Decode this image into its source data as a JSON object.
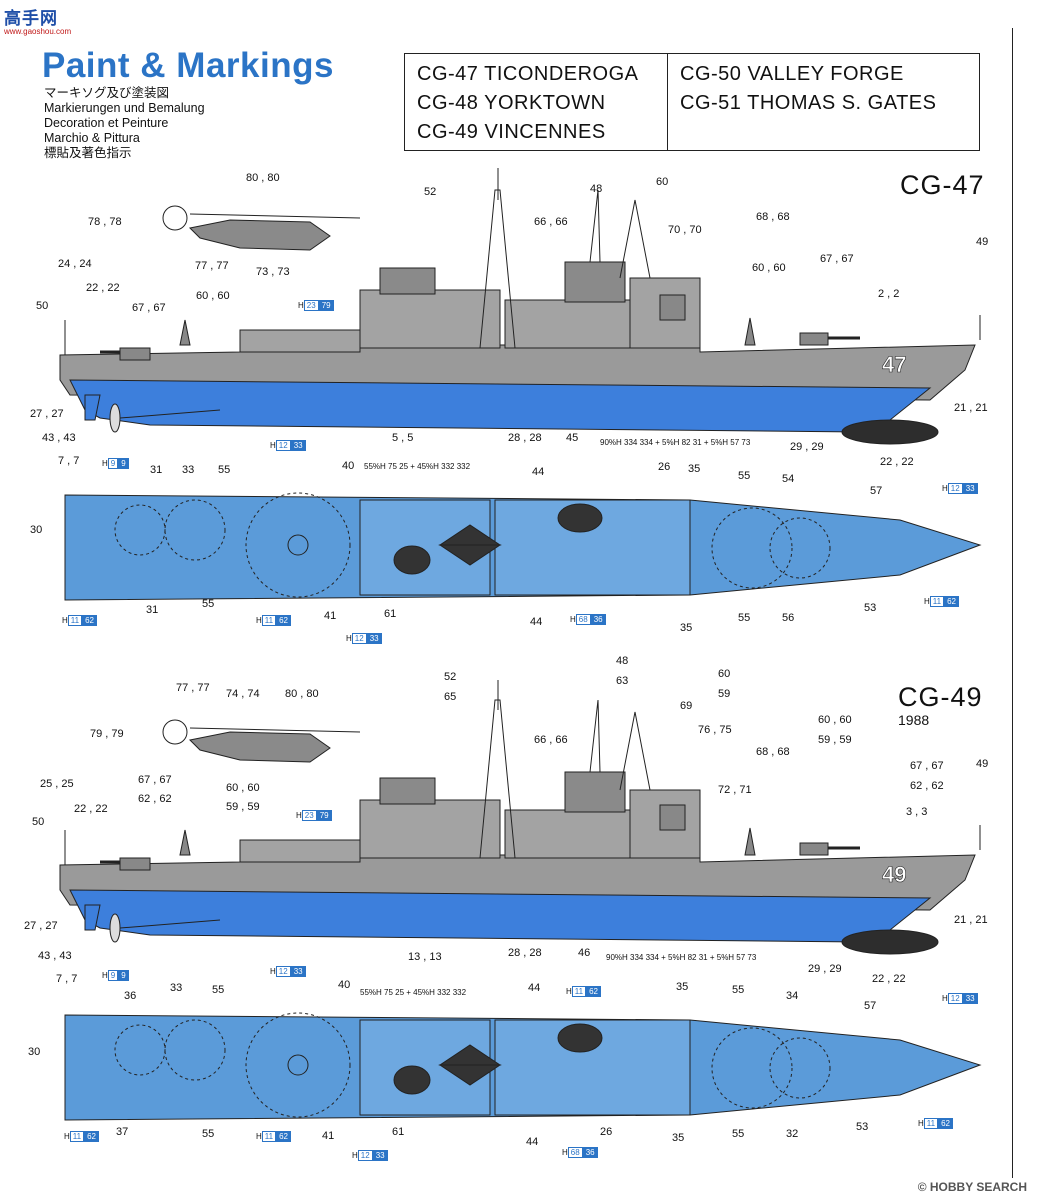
{
  "site_logo": {
    "text_big": "高手网",
    "text_small": "www.gaoshou.com"
  },
  "title": "Paint & Markings",
  "subtitles": [
    "マーキソグ及び塗装図",
    "Markierungen und Bemalung",
    "Decoration et Peinture",
    "Marchio & Pittura",
    "標貼及著色指示"
  ],
  "ships_left": [
    "CG-47 TICONDEROGA",
    "CG-48 YORKTOWN",
    "CG-49 VINCENNES"
  ],
  "ships_right": [
    "CG-50 VALLEY FORGE",
    "CG-51 THOMAS S. GATES"
  ],
  "section1": {
    "label": "CG-47",
    "hull_number": "47"
  },
  "section2": {
    "label": "CG-49",
    "year": "1988",
    "hull_number": "49"
  },
  "colors": {
    "hull_gray": "#9a9a9a",
    "deck_blue": "#5b9bd9",
    "bottom_blue": "#3d7fdc",
    "accent_blue": "#2b74c6",
    "dark_gray": "#3a3a3a"
  },
  "side1_callouts": [
    {
      "t": "80 , 80"
    },
    {
      "t": "78 , 78"
    },
    {
      "t": "77 , 77"
    },
    {
      "t": "73 , 73"
    },
    {
      "t": "24 , 24"
    },
    {
      "t": "22 , 22"
    },
    {
      "t": "50"
    },
    {
      "t": "67 , 67"
    },
    {
      "t": "60 , 60"
    },
    {
      "t": "52"
    },
    {
      "t": "48"
    },
    {
      "t": "66 , 66"
    },
    {
      "t": "60"
    },
    {
      "t": "70 , 70"
    },
    {
      "t": "68 , 68"
    },
    {
      "t": "60 , 60"
    },
    {
      "t": "67 , 67"
    },
    {
      "t": "49"
    },
    {
      "t": "2 , 2"
    },
    {
      "t": "27 , 27"
    },
    {
      "t": "43 , 43"
    },
    {
      "t": "7 , 7"
    },
    {
      "t": "5 , 5"
    },
    {
      "t": "28 , 28"
    },
    {
      "t": "45"
    },
    {
      "t": "21 , 21"
    },
    {
      "t": "29 , 29"
    },
    {
      "t": "22 , 22"
    }
  ],
  "deck1_callouts": [
    {
      "t": "31"
    },
    {
      "t": "33"
    },
    {
      "t": "55"
    },
    {
      "t": "40"
    },
    {
      "t": "44"
    },
    {
      "t": "26"
    },
    {
      "t": "35"
    },
    {
      "t": "55"
    },
    {
      "t": "54"
    },
    {
      "t": "57"
    },
    {
      "t": "30"
    },
    {
      "t": "31"
    },
    {
      "t": "55"
    },
    {
      "t": "41"
    },
    {
      "t": "61"
    },
    {
      "t": "44"
    },
    {
      "t": "35"
    },
    {
      "t": "55"
    },
    {
      "t": "56"
    },
    {
      "t": "53"
    }
  ],
  "side2_callouts": [
    {
      "t": "77 , 77"
    },
    {
      "t": "74 , 74"
    },
    {
      "t": "80 , 80"
    },
    {
      "t": "79 , 79"
    },
    {
      "t": "52"
    },
    {
      "t": "65"
    },
    {
      "t": "48"
    },
    {
      "t": "63"
    },
    {
      "t": "60"
    },
    {
      "t": "59"
    },
    {
      "t": "69"
    },
    {
      "t": "76 , 75"
    },
    {
      "t": "66 , 66"
    },
    {
      "t": "68 , 68"
    },
    {
      "t": "72 , 71"
    },
    {
      "t": "60 , 60"
    },
    {
      "t": "59 , 59"
    },
    {
      "t": "67 , 67"
    },
    {
      "t": "62 , 62"
    },
    {
      "t": "49"
    },
    {
      "t": "3 , 3"
    },
    {
      "t": "25 , 25"
    },
    {
      "t": "22 , 22"
    },
    {
      "t": "67 , 67"
    },
    {
      "t": "62 , 62"
    },
    {
      "t": "60 , 60"
    },
    {
      "t": "59 , 59"
    },
    {
      "t": "50"
    },
    {
      "t": "27 , 27"
    },
    {
      "t": "43 , 43"
    },
    {
      "t": "7 , 7"
    },
    {
      "t": "13 , 13"
    },
    {
      "t": "28 , 28"
    },
    {
      "t": "46"
    },
    {
      "t": "21 , 21"
    },
    {
      "t": "29 , 29"
    },
    {
      "t": "22 , 22"
    }
  ],
  "deck2_callouts": [
    {
      "t": "36"
    },
    {
      "t": "33"
    },
    {
      "t": "55"
    },
    {
      "t": "40"
    },
    {
      "t": "44"
    },
    {
      "t": "35"
    },
    {
      "t": "55"
    },
    {
      "t": "34"
    },
    {
      "t": "57"
    },
    {
      "t": "30"
    },
    {
      "t": "37"
    },
    {
      "t": "55"
    },
    {
      "t": "41"
    },
    {
      "t": "61"
    },
    {
      "t": "44"
    },
    {
      "t": "26"
    },
    {
      "t": "35"
    },
    {
      "t": "55"
    },
    {
      "t": "32"
    },
    {
      "t": "53"
    }
  ],
  "codes": {
    "h23_79": {
      "a": "H",
      "b": "23",
      "c": "79"
    },
    "h12_33": {
      "a": "H",
      "b": "12",
      "c": "33"
    },
    "h9_9": {
      "a": "H",
      "b": "9",
      "c": "9"
    },
    "h11_62": {
      "a": "H",
      "b": "11",
      "c": "62"
    },
    "h68_36": {
      "a": "H",
      "b": "68",
      "c": "36"
    },
    "mix1": "55%H 75 25 + 45%H 332 332",
    "mix2": "90%H 334 334 + 5%H 82 31 + 5%H 57 73"
  },
  "watermark": "© HOBBY SEARCH"
}
